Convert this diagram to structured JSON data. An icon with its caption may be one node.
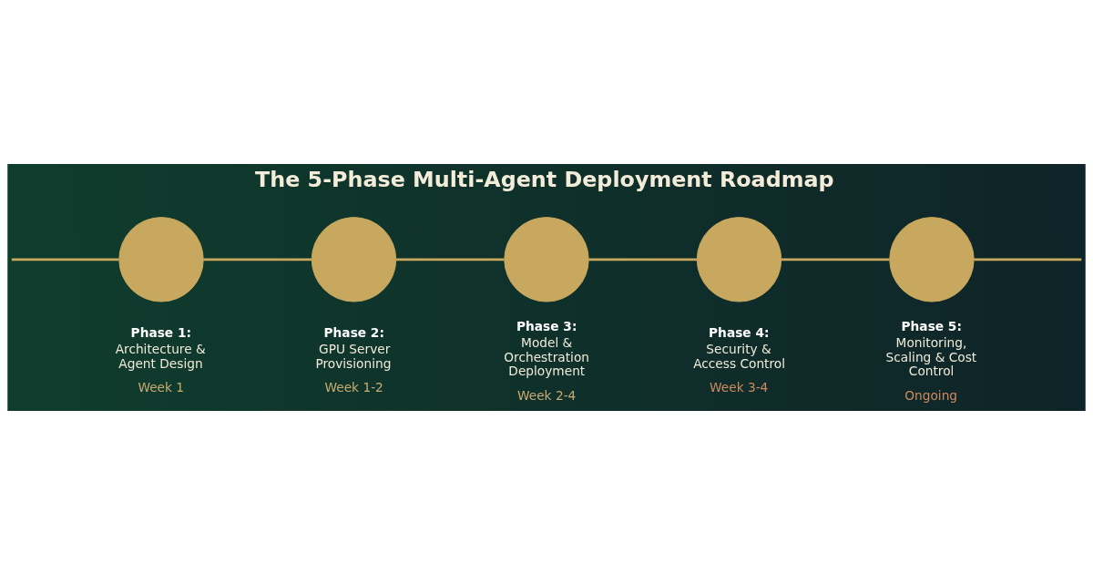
{
  "diagram": {
    "title": "The 5-Phase Multi-Agent Deployment Roadmap",
    "nodes": [
      {
        "text": [],
        "shape": "circle",
        "beside": [
          "Phase 1:",
          "Architecture & Agent Design",
          "Week 1"
        ]
      },
      {
        "text": [],
        "shape": "circle",
        "beside": [
          "Phase 2:",
          "GPU Server Provisioning",
          "Week 1-2"
        ]
      },
      {
        "text": [],
        "shape": "circle",
        "beside": [
          "Phase 3:",
          "Model & Orchestration Deployment",
          "Week 2-4"
        ]
      },
      {
        "text": [],
        "shape": "circle",
        "beside": [
          "Phase 4:",
          "Security & Access Control",
          "Week 3-4"
        ]
      },
      {
        "text": [],
        "shape": "circle",
        "beside": [
          "Phase 5:",
          "Monitoring, Scaling & Cost Control",
          "Ongoing"
        ]
      }
    ],
    "edges": [
      {
        "from": null,
        "to": 0,
        "arrow": "none"
      },
      {
        "from": 0,
        "to": 1,
        "arrow": "none"
      },
      {
        "from": 1,
        "to": 2,
        "arrow": "none"
      },
      {
        "from": 2,
        "to": 3,
        "arrow": "none"
      },
      {
        "from": 3,
        "to": 4,
        "arrow": "none"
      },
      {
        "from": 4,
        "to": null,
        "arrow": "none"
      }
    ]
  }
}
